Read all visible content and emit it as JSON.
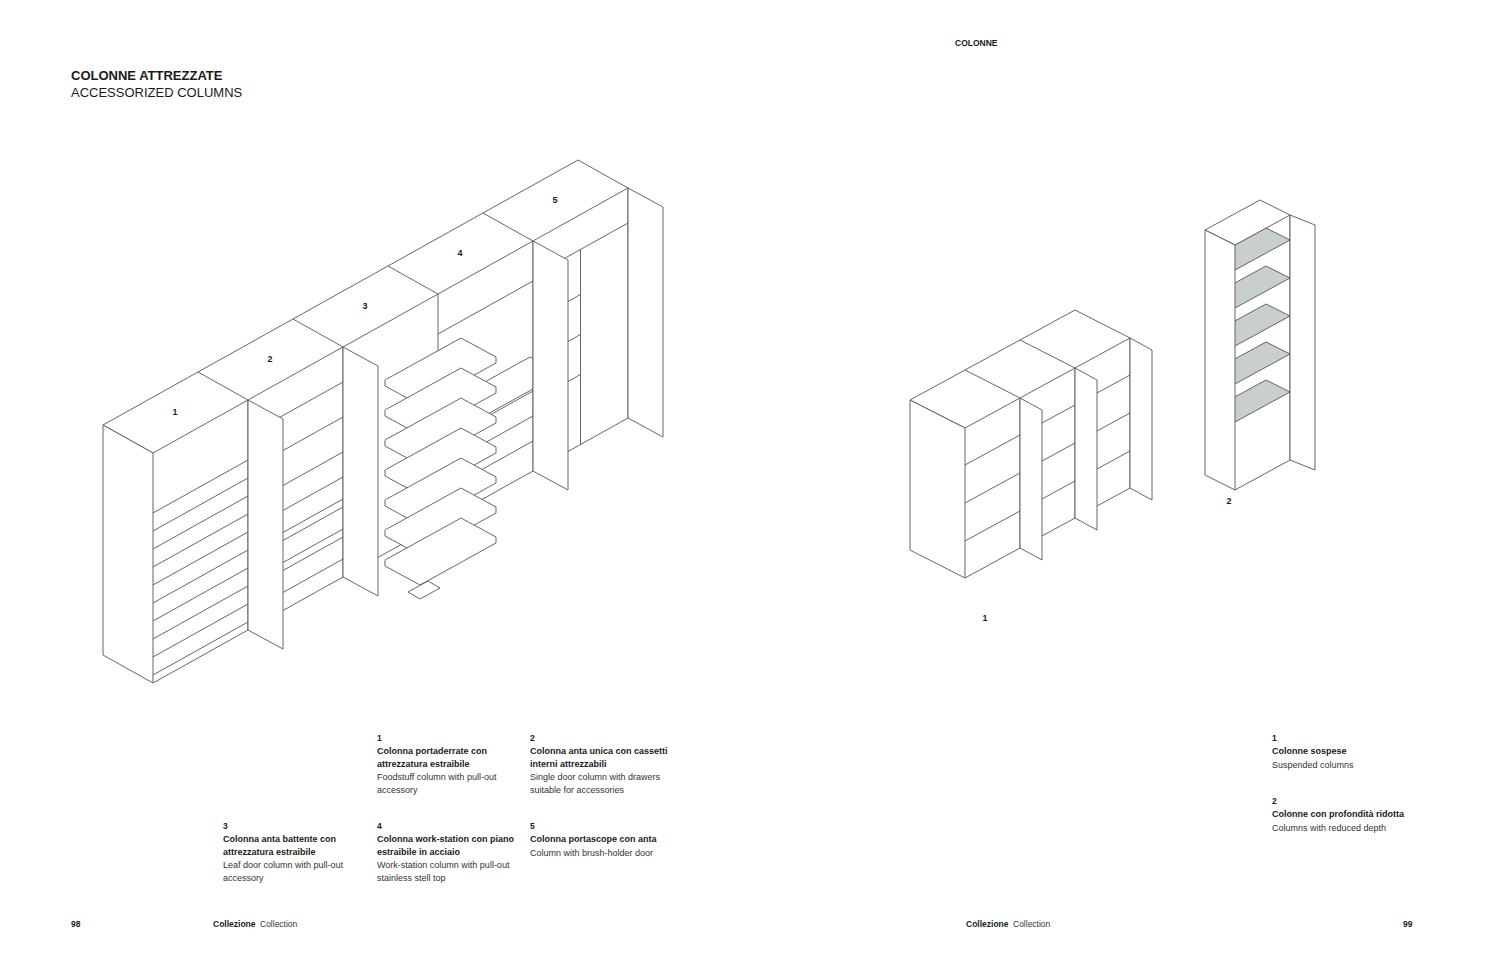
{
  "diagram": {
    "title": "COLONNE ATTREZZATE",
    "labels": [
      "ACCESSORIZED COLUMNS",
      "COLONNE",
      "1",
      "2",
      "3",
      "4",
      "5",
      "1",
      "2",
      "1",
      "Colonna portaderrate con attrezzatura estraibile",
      "Foodstuff column with pull-out accessory",
      "2",
      "Colonna anta unica con cassetti interni attrezzabili",
      "Single door column with drawers suitable for accessories",
      "3",
      "Colonna anta battente con attrezzatura estraibile",
      "Leaf door column with pull-out accessory",
      "4",
      "Colonna work-station con piano estraibile in acciaio",
      "Work-station column with pull-out stainless stell top",
      "5",
      "Colonna portascope con anta",
      "Column with brush-holder door",
      "1",
      "Colonne sospese",
      "Suspended columns",
      "2",
      "Colonne con profondità ridotta",
      "Columns with reduced depth",
      "98",
      "Collezione",
      "Collection",
      "Collezione",
      "Collection",
      "99"
    ]
  }
}
